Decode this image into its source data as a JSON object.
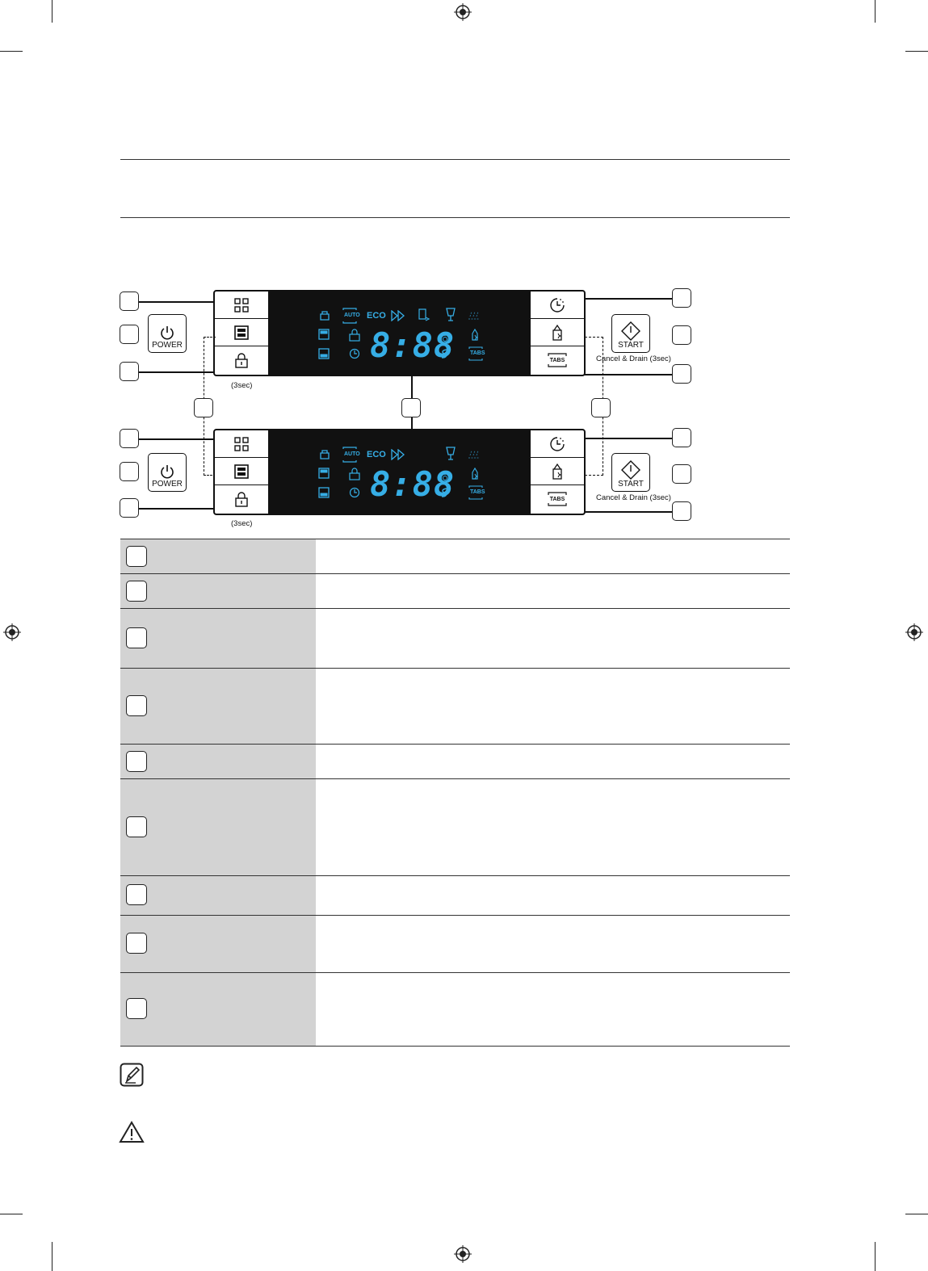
{
  "icons": {
    "registration": "registration-mark-icon",
    "program": "program-grid-icon",
    "half_load": "half-load-icon",
    "child_lock": "lock-icon",
    "power": "power-icon",
    "delay": "clock-icon",
    "rinse": "rinse-aid-icon",
    "tabs": "tabs-icon",
    "start": "start-icon",
    "note": "note-pencil-icon",
    "caution": "caution-triangle-icon"
  },
  "panel_top": {
    "power_label": "POWER",
    "start_label": "START",
    "cancel_drain_label": "Cancel & Drain (3sec)",
    "lock_hold_label": "(3sec)",
    "lcd_auto": "AUTO",
    "lcd_eco": "ECO",
    "lcd_tabs": "TABS",
    "lcd_digits": "8:88",
    "tabs_button": "TABS"
  },
  "panel_bottom": {
    "power_label": "POWER",
    "start_label": "START",
    "cancel_drain_label": "Cancel & Drain (3sec)",
    "lock_hold_label": "(3sec)",
    "lcd_auto": "AUTO",
    "lcd_eco": "ECO",
    "lcd_tabs": "TABS",
    "lcd_digits": "8:88",
    "tabs_button": "TABS"
  },
  "colors": {
    "lcd_blue": "#36aee6",
    "label_grey": "#d3d3d3"
  }
}
